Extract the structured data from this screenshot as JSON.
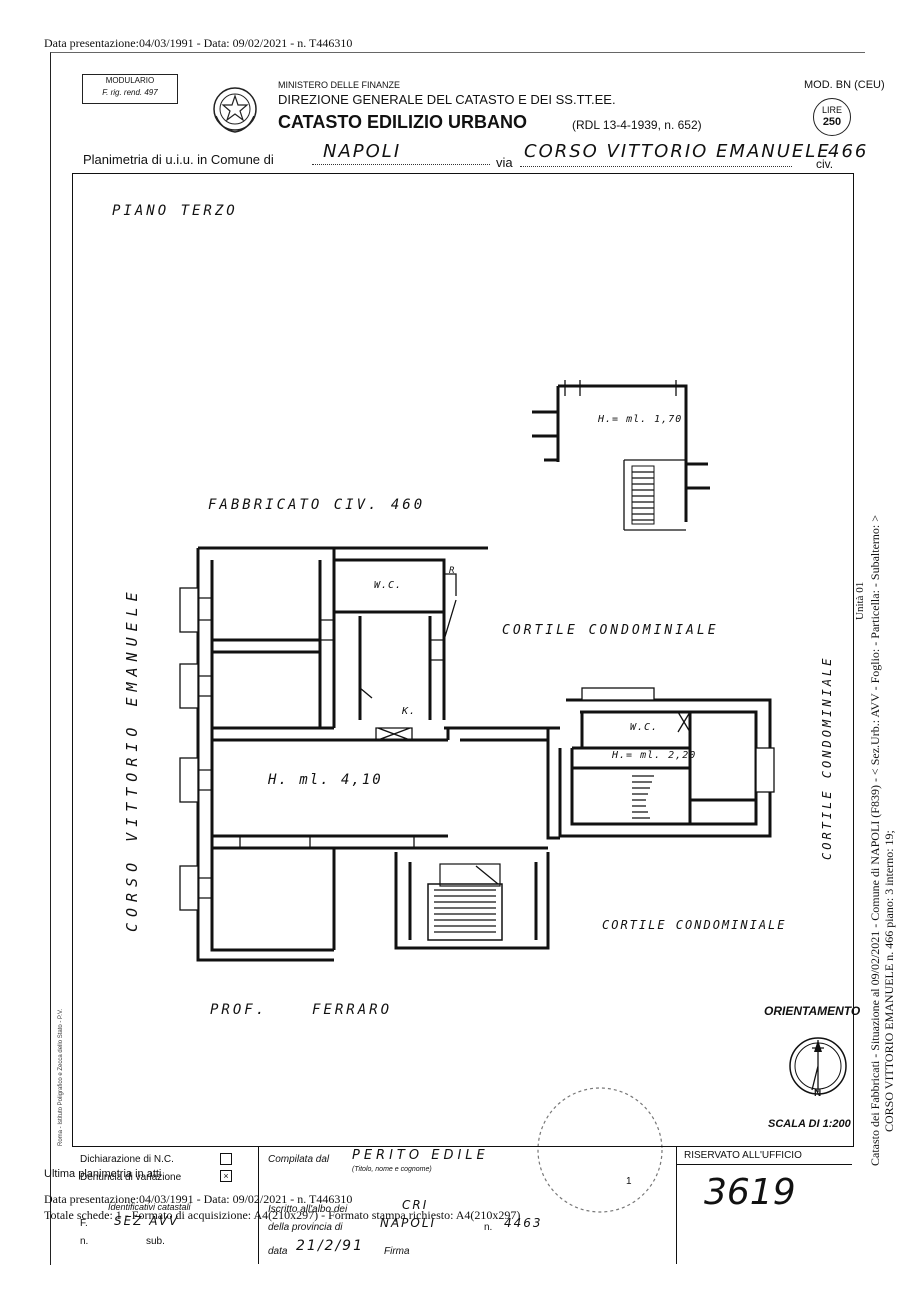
{
  "header_stamp": "Data presentazione:04/03/1991 - Data: 09/02/2021 - n. T446310",
  "form": {
    "modulario_line1": "MODULARIO",
    "modulario_line2": "F. rig. rend. 497",
    "ministry": "MINISTERO DELLE FINANZE",
    "direction": "DIREZIONE GENERALE DEL CATASTO E DEI SS.TT.EE.",
    "catasto": "CATASTO EDILIZIO URBANO",
    "rdl": "(RDL 13-4-1939, n. 652)",
    "model": "MOD. BN (CEU)",
    "lire_label": "LIRE",
    "lire_value": "250",
    "planimetria_label": "Planimetria di u.i.u. in Comune di",
    "comune": "NAPOLI",
    "via_label": "via",
    "via": "CORSO VITTORIO EMANUELE",
    "civ_label": "civ.",
    "civ": "466"
  },
  "plan": {
    "floor": "PIANO TERZO",
    "fabbricato": "FABBRICATO CIV. 460",
    "street": "CORSO VITTORIO EMANUELE",
    "cortile_top": "CORTILE CONDOMINIALE",
    "cortile_bottom": "CORTILE CONDOMINIALE",
    "cortile_right": "CORTILE CONDOMINIALE",
    "height_small": "H.= ml. 1,70",
    "height_main": "H. ml. 4,10",
    "height_mid": "H.= ml. 2,20",
    "wc1": "W.C.",
    "wc2": "W.C.",
    "kitchen": "K.",
    "r_label": "R",
    "neighbor_prof": "PROF.",
    "neighbor_name": "FERRARO",
    "orientamento": "ORIENTAMENTO",
    "north": "N",
    "scala": "SCALA DI 1:200"
  },
  "side_text": {
    "line1": "Catasto dei Fabbricati - Situazione al 09/02/2021 - Comune di NAPOLI (F839) - < Sez.Urb.: AVV - Foglio: - Particella: - Subalterno: >",
    "line2": "CORSO VITTORIO EMANUELE n. 466 piano: 3 interno: 19;",
    "line3": "Unità 01"
  },
  "bottom": {
    "dichiarazione": "Dichiarazione di N.C.",
    "denuncia": "Denuncia di variazione",
    "identificativi": "Identificativi catastali",
    "f_label": "F.",
    "sez": "SEZ AVV",
    "n_label": "n.",
    "sub_label": "sub.",
    "compilata_label": "Compilata dal",
    "compilata_value": "PERITO EDILE",
    "titolo_hint": "(Titolo, nome e cognome)",
    "iscritto_label": "Iscritto all'albo dei",
    "albo_value": "CRI",
    "provincia_label": "della provincia di",
    "provincia_value": "NAPOLI",
    "n2_label": "n.",
    "n2_value": "4463",
    "data_label": "data",
    "data_value": "21/2/91",
    "firma_label": "Firma",
    "riservato": "RISERVATO ALL'UFFICIO",
    "office_number": "3619",
    "one": "1",
    "ultima": "Ultima planimetria in atti",
    "footer_line1": "Data presentazione:04/03/1991 - Data: 09/02/2021 - n. T446310",
    "footer_line2": "Totale schede: 1 - Formato di acquisizione: A4(210x297) - Formato stampa richiesto: A4(210x297)",
    "side_small": "Roma - Istituto Poligrafico e Zecca dello Stato - P.V."
  }
}
